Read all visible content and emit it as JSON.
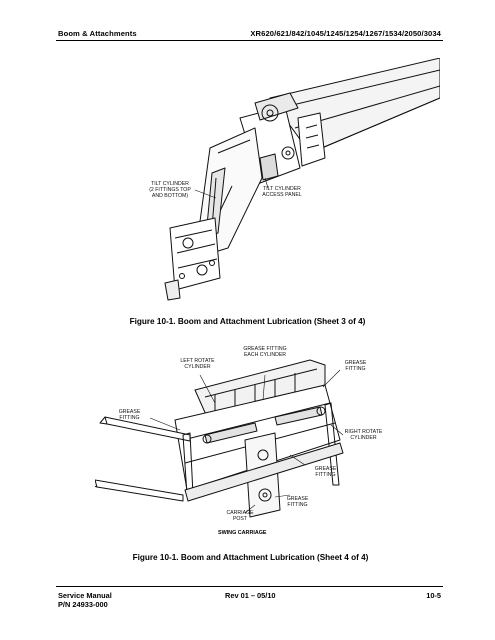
{
  "header": {
    "left": "Boom & Attachments",
    "right": "XR620/621/842/1045/1245/1254/1267/1534/2050/3034"
  },
  "figure1": {
    "caption": "Figure 10-1.  Boom and Attachment Lubrication  (Sheet 3 of 4)",
    "callouts": {
      "tilt_cylinder": "TILT CYLINDER\n(2 FITTINGS TOP\nAND BOTTOM)",
      "access_panel": "TILT CYLINDER\nACCESS PANEL"
    }
  },
  "figure2": {
    "caption": "Figure 10-1.  Boom and Attachment Lubrication  (Sheet 4 of 4)",
    "label": "SWING CARRIAGE",
    "callouts": {
      "grease_each": "GREASE FITTING\nEACH CYLINDER",
      "left_rotate": "LEFT ROTATE\nCYLINDER",
      "grease_right_top": "GREASE\nFITTING",
      "grease_left": "GREASE\nFITTING",
      "right_rotate": "RIGHT ROTATE\nCYLINDER",
      "grease_right_low": "GREASE\nFITTING",
      "grease_bottom": "GREASE\nFITTING",
      "carriage_post": "CARRIAGE\nPOST"
    }
  },
  "footer": {
    "manual": "Service Manual",
    "part_number": "P/N 24933-000",
    "revision": "Rev 01 – 05/10",
    "page": "10-5"
  }
}
